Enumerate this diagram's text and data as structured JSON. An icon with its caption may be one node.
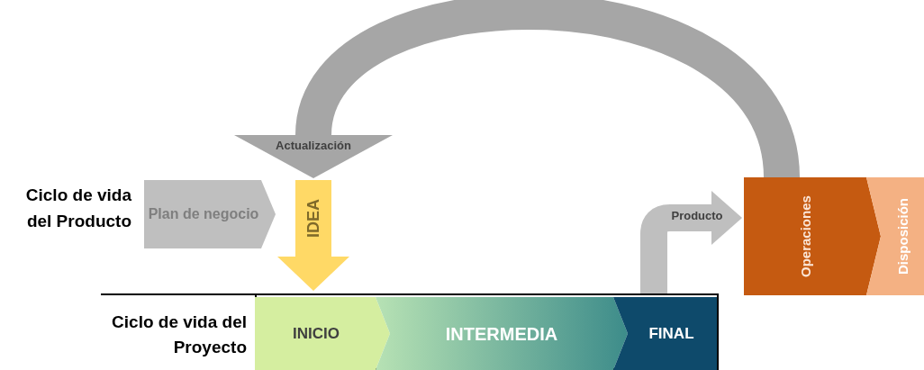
{
  "diagram": {
    "nodes": [
      {
        "text": [
          "Plan de negocio"
        ]
      },
      {
        "text": [
          "IDEA"
        ]
      },
      {
        "text": [
          "Ciclo de vida del Proyecto"
        ]
      },
      {
        "text": [
          "INICIO"
        ],
        "in": 2
      },
      {
        "text": [
          "INTERMEDIA"
        ],
        "in": 2
      },
      {
        "text": [
          "FINAL"
        ],
        "in": 2
      },
      {
        "text": [
          "Operaciones"
        ]
      },
      {
        "text": [
          "Disposición"
        ]
      }
    ],
    "edges": [
      {
        "from": 6,
        "to": 1,
        "arrow": "to",
        "label": "Actualización"
      },
      {
        "from": 5,
        "to": 6,
        "arrow": "to",
        "label": "Producto"
      }
    ],
    "labels": [
      "Ciclo de vida del Producto"
    ]
  }
}
